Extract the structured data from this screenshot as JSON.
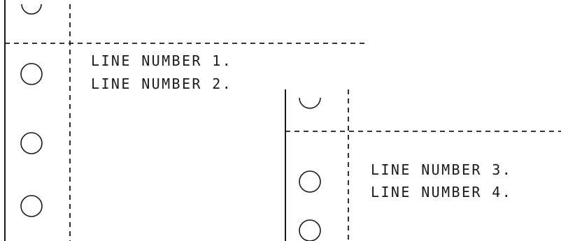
{
  "sheet_1": {
    "lines": [
      "LINE NUMBER 1.",
      "LINE NUMBER 2."
    ]
  },
  "sheet_2": {
    "lines": [
      "LINE NUMBER 3.",
      "LINE NUMBER 4."
    ]
  }
}
